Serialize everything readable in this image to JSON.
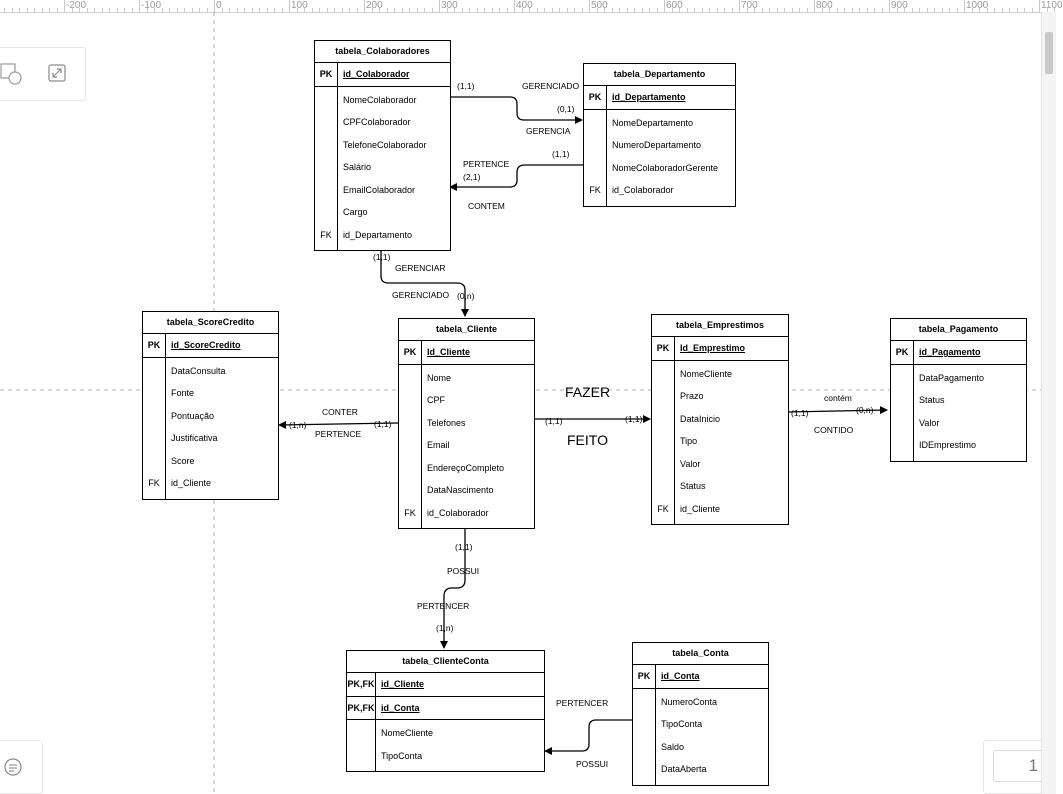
{
  "ruler": {
    "labels": [
      "-200",
      "-100",
      "0",
      "100",
      "200",
      "300",
      "400",
      "500",
      "600",
      "700",
      "800",
      "900",
      "1000",
      "1100"
    ]
  },
  "tables": {
    "colaboradores": {
      "title": "tabela_Colaboradores",
      "pk_key": "PK",
      "pk_attr": "id_Colaborador",
      "attrs": [
        {
          "key": "",
          "name": "NomeColaborador"
        },
        {
          "key": "",
          "name": "CPFColaborador"
        },
        {
          "key": "",
          "name": "TelefoneColaborador"
        },
        {
          "key": "",
          "name": "Salário"
        },
        {
          "key": "",
          "name": "EmailColaborador"
        },
        {
          "key": "",
          "name": "Cargo"
        },
        {
          "key": "FK",
          "name": "id_Departamento"
        }
      ]
    },
    "departamento": {
      "title": "tabela_Departamento",
      "pk_key": "PK",
      "pk_attr": "id_Departamento",
      "attrs": [
        {
          "key": "",
          "name": "NomeDepartamento"
        },
        {
          "key": "",
          "name": "NumeroDepartamento"
        },
        {
          "key": "",
          "name": "NomeColaboradorGerente"
        },
        {
          "key": "FK",
          "name": "id_Colaborador"
        }
      ]
    },
    "scorecredito": {
      "title": "tabela_ScoreCredito",
      "pk_key": "PK",
      "pk_attr": "id_ScoreCredito",
      "attrs": [
        {
          "key": "",
          "name": "DataConsulta"
        },
        {
          "key": "",
          "name": "Fonte"
        },
        {
          "key": "",
          "name": "Pontuação"
        },
        {
          "key": "",
          "name": "Justificativa"
        },
        {
          "key": "",
          "name": "Score"
        },
        {
          "key": "FK",
          "name": "id_Cliente"
        }
      ]
    },
    "cliente": {
      "title": "tabela_Cliente",
      "pk_key": "PK",
      "pk_attr": "Id_Cliente",
      "attrs": [
        {
          "key": "",
          "name": "Nome"
        },
        {
          "key": "",
          "name": "CPF"
        },
        {
          "key": "",
          "name": "Telefones"
        },
        {
          "key": "",
          "name": "Email"
        },
        {
          "key": "",
          "name": "EndereçoCompleto"
        },
        {
          "key": "",
          "name": "DataNascimento"
        },
        {
          "key": "FK",
          "name": "id_Colaborador"
        }
      ]
    },
    "emprestimos": {
      "title": "tabela_Emprestimos",
      "pk_key": "PK",
      "pk_attr": "Id_Emprestimo",
      "attrs": [
        {
          "key": "",
          "name": "NomeCliente"
        },
        {
          "key": "",
          "name": "Prazo"
        },
        {
          "key": "",
          "name": "DataInicio"
        },
        {
          "key": "",
          "name": "Tipo"
        },
        {
          "key": "",
          "name": "Valor"
        },
        {
          "key": "",
          "name": "Status"
        },
        {
          "key": "FK",
          "name": "id_Cliente"
        }
      ]
    },
    "pagamento": {
      "title": "tabela_Pagamento",
      "pk_key": "PK",
      "pk_attr": "id_Pagamento",
      "attrs": [
        {
          "key": "",
          "name": "DataPagamento"
        },
        {
          "key": "",
          "name": "Status"
        },
        {
          "key": "",
          "name": "Valor"
        },
        {
          "key": "",
          "name": "IDEmprestimo"
        }
      ]
    },
    "clienteconta": {
      "title": "tabela_ClienteConta",
      "pk_rows": [
        {
          "key": "PK,FK",
          "name": "id_Cliente"
        },
        {
          "key": "PK,FK",
          "name": "id_Conta"
        }
      ],
      "attrs": [
        {
          "key": "",
          "name": "NomeCliente"
        },
        {
          "key": "",
          "name": "TipoConta"
        }
      ]
    },
    "conta": {
      "title": "tabela_Conta",
      "pk_key": "PK",
      "pk_attr": "id_Conta",
      "attrs": [
        {
          "key": "",
          "name": "NumeroConta"
        },
        {
          "key": "",
          "name": "TipoConta"
        },
        {
          "key": "",
          "name": "Saldo"
        },
        {
          "key": "",
          "name": "DataAberta"
        }
      ]
    }
  },
  "labels": {
    "colab_dep_card": "(1,1)",
    "gerenciado": "GERENCIADO",
    "dep_card_01": "(0,1)",
    "gerencia": "GERENCIA",
    "pertence_dep": "PERTENCE",
    "dep_card_11": "(1,1)",
    "colab_card_21": "(2,1)",
    "contem": "CONTEM",
    "colab_card_11b": "(1,1)",
    "gerenciar": "GERENCIAR",
    "gerenciado2": "GERENCIADO",
    "cliente_card_0n": "(0,n)",
    "conter": "CONTER",
    "score_card_1n": "(1,n)",
    "cliente_card_11a": "(1,1)",
    "pertence_score": "PERTENCE",
    "fazer": "FAZER",
    "feito": "FEITO",
    "cliente_card_11b": "(1,1)",
    "emp_card_11": "(1,1)",
    "contem_lower": "contém",
    "emp_card_11b": "(1,1)",
    "pag_card_0n": "(0,n)",
    "contido": "CONTIDO",
    "cliente_card_11c": "(1,1)",
    "possui": "POSSUI",
    "pertencer": "PERTENCER",
    "cc_card_1n": "(1,n)",
    "pertencer2": "PERTENCER",
    "possui2": "POSSUI"
  },
  "page_indicator": "1",
  "icons": [
    "shapes-icon",
    "fullscreen-icon",
    "chat-icon"
  ],
  "colors": {
    "line": "#000000",
    "guide": "#b0b0b0",
    "ruler_text": "#9a9a9a"
  }
}
